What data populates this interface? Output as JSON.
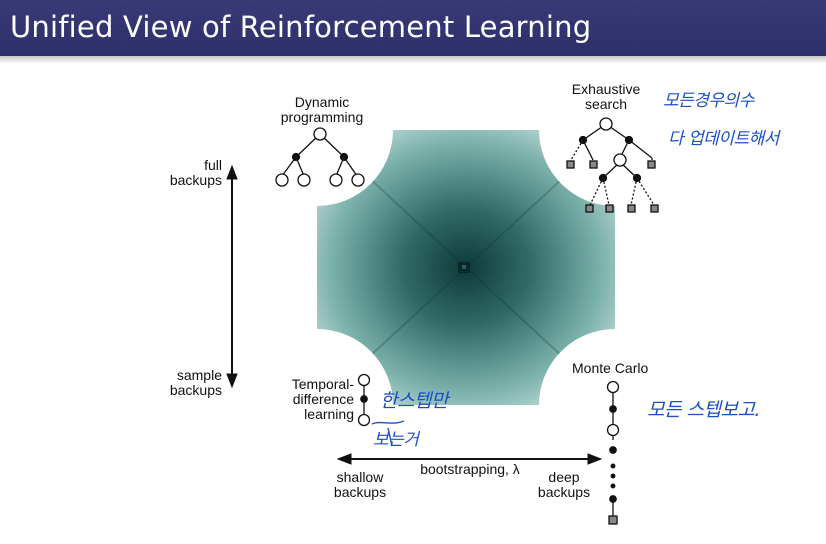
{
  "slide": {
    "title": "Unified View of Reinforcement Learning"
  },
  "labels": {
    "dp_line1": "Dynamic",
    "dp_line2": "programming",
    "es_line1": "Exhaustive",
    "es_line2": "search",
    "td_line1": "Temporal-",
    "td_line2": "difference",
    "td_line3": "learning",
    "mc": "Monte Carlo",
    "full_backups_1": "full",
    "full_backups_2": "backups",
    "sample_backups_1": "sample",
    "sample_backups_2": "backups",
    "shallow_1": "shallow",
    "shallow_2": "backups",
    "deep_1": "deep",
    "deep_2": "backups",
    "bootstrapping": "bootstrapping, λ"
  },
  "annotations": {
    "es_note_1": "모든경우의수",
    "es_note_2": "다 업데이트해서",
    "td_note_1": "한스텝만",
    "td_note_2": "보는거",
    "mc_note": "모든 스텝보고."
  },
  "colors": {
    "title_bar": "#2e2e6a",
    "gradient_outer": "#b7d4d0",
    "gradient_inner": "#0f3a3a",
    "handwriting": "#1d4fc4"
  }
}
